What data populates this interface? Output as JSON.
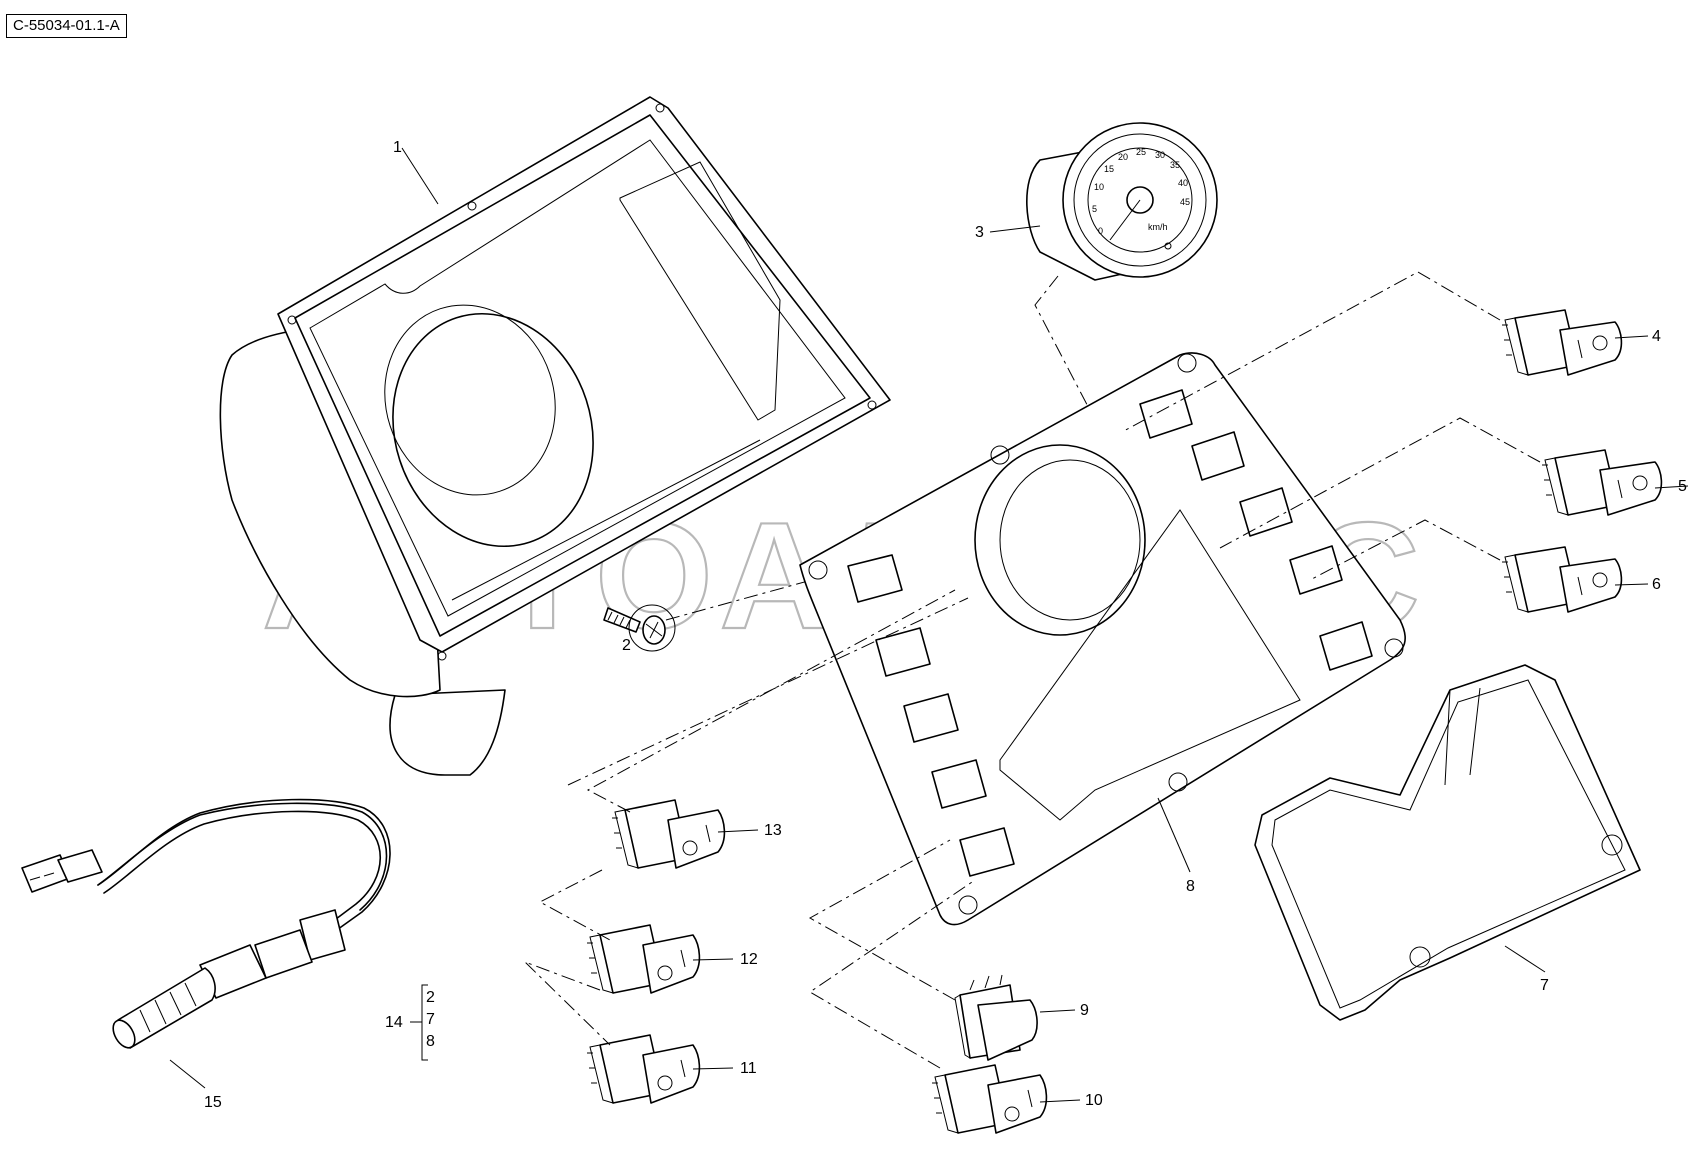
{
  "drawing_ref": "C-55034-01.1-A",
  "watermark": "АВТОАЛЬЯНС",
  "callouts": {
    "c1": "1",
    "c2": "2",
    "c3": "3",
    "c4": "4",
    "c5": "5",
    "c6": "6",
    "c7": "7",
    "c8": "8",
    "c9": "9",
    "c10": "10",
    "c11": "11",
    "c12": "12",
    "c13": "13",
    "c14": "14",
    "c15": "15"
  },
  "group_14": {
    "label": "14",
    "items": [
      "2",
      "7",
      "8"
    ]
  },
  "gauge": {
    "scale": [
      "0",
      "5",
      "10",
      "15",
      "20",
      "25",
      "30",
      "35",
      "40",
      "45"
    ],
    "unit": "km/h"
  }
}
